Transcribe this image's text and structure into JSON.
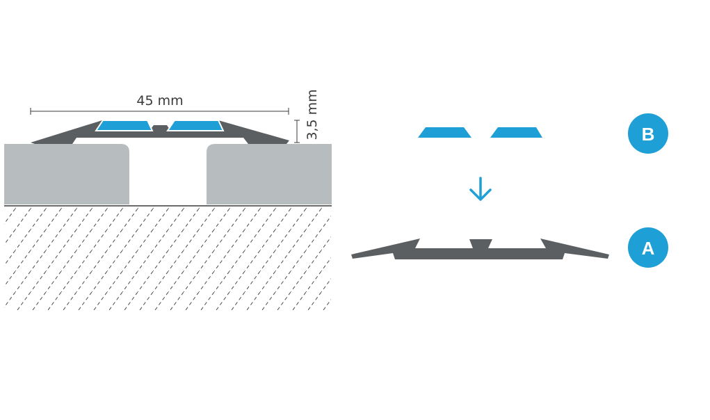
{
  "dimensions": {
    "width_label": "45 mm",
    "height_label": "3,5 mm"
  },
  "labels": {
    "insert": "B",
    "profile": "A"
  },
  "colors": {
    "profile": "#5c5f61",
    "insert": "#1e9fd6",
    "insert_outline": "#ffffff",
    "floor": "#b7bcbf",
    "badge": "#1e9fd6",
    "arrow": "#1e9fd6",
    "hatch": "#4a4a4a",
    "line": "#3a3a3a"
  },
  "icons": {
    "assembly_arrow": "arrow-down-icon"
  }
}
